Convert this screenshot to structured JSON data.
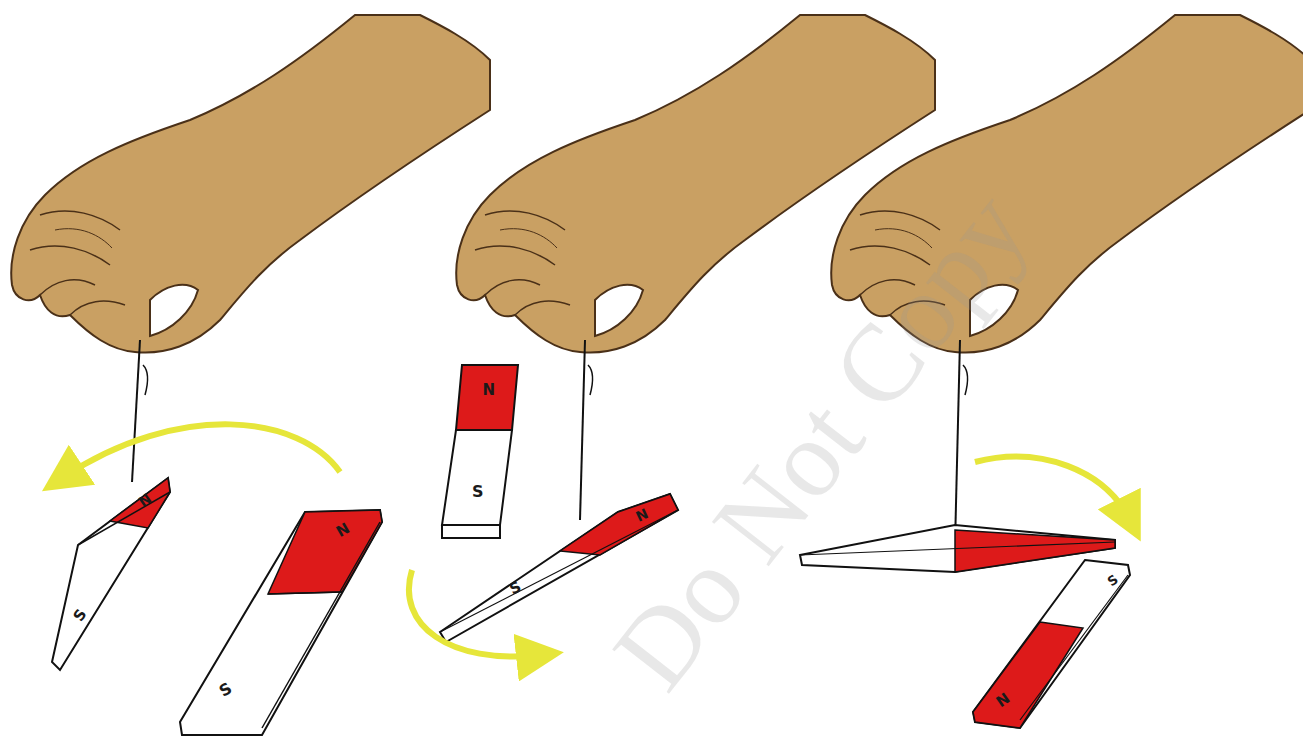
{
  "diagram": {
    "labels": [
      "N",
      "S",
      "N",
      "S",
      "N",
      "S",
      "N",
      "S",
      "S",
      "N",
      "Do Not Copy"
    ]
  }
}
